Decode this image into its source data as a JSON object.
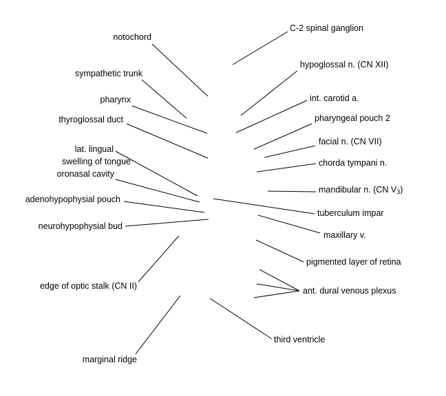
{
  "colors": {
    "background": "#ffffff",
    "ink": "#000000"
  },
  "labels": {
    "notochord": "notochord",
    "sympathetic_trunk": "sympathetic trunk",
    "pharynx": "pharynx",
    "thyroglossal_duct": "thyroglossal duct",
    "lat_lingual_line1": "lat. lingual",
    "lat_lingual_line2": "swelling of tongue",
    "oronasal_cavity": "oronasal cavity",
    "adenohypophysial_pouch": "adenohypophysial pouch",
    "neurohypophysial_bud": "neurohypophysial bud",
    "edge_of_optic_stalk": "edge of optic stalk (CN II)",
    "marginal_ridge": "marginal ridge",
    "c2_spinal_ganglion": "C-2 spinal ganglion",
    "hypoglossal_n": "hypoglossal n. (CN XII)",
    "int_carotid_a": "int. carotid a.",
    "pharyngeal_pouch_2": "pharyngeal pouch 2",
    "facial_n": "facial n. (CN VII)",
    "chorda_tympani_n": "chorda tympani n.",
    "mandibular_n_prefix": "mandibular n. (CN V",
    "mandibular_n_subscript": "3",
    "mandibular_n_suffix": ")",
    "tuberculum_impar": "tuberculum impar",
    "maxillary_v": "maxillary v.",
    "pigmented_layer_of_retina": "pigmented layer of retina",
    "ant_dural_venous_plexus": "ant. dural venous plexus",
    "third_ventricle": "third ventricle"
  }
}
